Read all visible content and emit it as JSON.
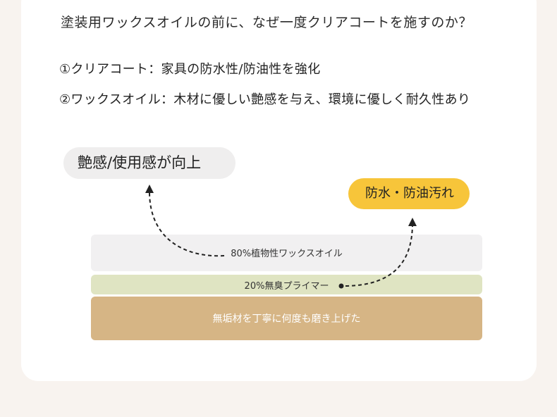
{
  "question": "塗装用ワックスオイルの前に、なぜ一度クリアコートを施すのか？",
  "points": [
    "①クリアコート：家具の防水性/防油性を強化",
    "②ワックスオイル：木材に優しい艶感を与え、環境に優しく耐久性あり"
  ],
  "badges": {
    "gloss": "艶感/使用感が向上",
    "waterproof": "防水・防油汚れ"
  },
  "layers": {
    "oil": "80%植物性ワックスオイル",
    "primer": "20%無臭プライマー",
    "wood": "無垢材を丁寧に何度も磨き上げた"
  },
  "colors": {
    "oil_layer": "#f1f0f1",
    "primer_layer": "#dfe4c2",
    "wood_layer": "#d6b585",
    "waterproof_badge": "#f7c53a",
    "gloss_badge": "#efeeee"
  }
}
